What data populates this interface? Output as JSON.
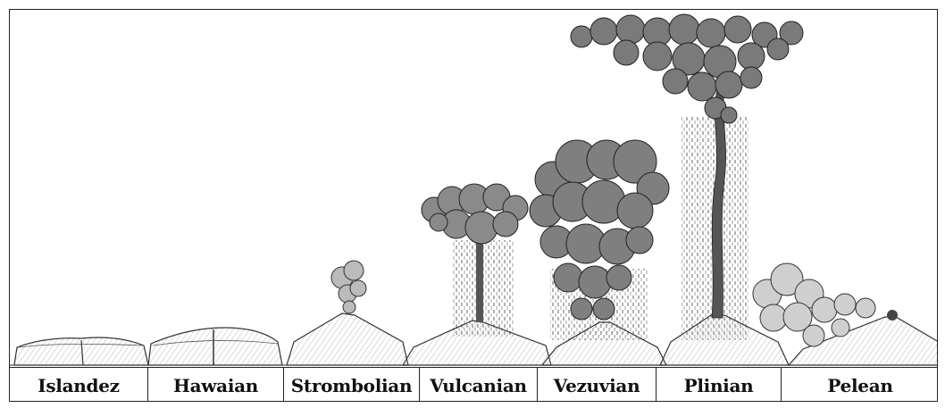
{
  "eruption_types": [
    {
      "label": "Islandez"
    },
    {
      "label": "Hawaian"
    },
    {
      "label": "Strombolian"
    },
    {
      "label": "Vulcanian"
    },
    {
      "label": "Vezuvian"
    },
    {
      "label": "Plinian"
    },
    {
      "label": "Pelean"
    }
  ],
  "colors": {
    "ink": "#222222",
    "cloud_fill": "#8a8a8a",
    "cloud_shade": "#4a4a4a",
    "background": "#ffffff"
  }
}
